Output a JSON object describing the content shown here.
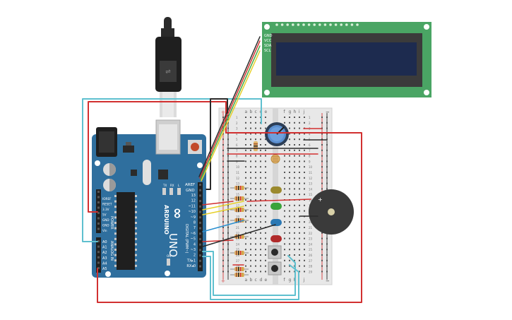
{
  "arduino": {
    "brand": "ARDUINO",
    "model": "UNO",
    "logo_symbol": "∞",
    "aref": "AREF",
    "gnd": "GND",
    "digital_label": "DIGITAL (PWM~)",
    "power_label": "POWER",
    "analog_label": "ANALOG IN",
    "tx": "TX",
    "rx": "RX",
    "led_l": "L",
    "on_label": "ON",
    "digital_pins": [
      "13",
      "12",
      "~11",
      "~10",
      "~9",
      "8",
      "7",
      "~6",
      "~5",
      "4",
      "~3",
      "2",
      "TX▸1",
      "RX◂0"
    ],
    "power_pins": [
      "IOREF",
      "RESET",
      "3.3V",
      "5V",
      "GND",
      "GND",
      "Vin"
    ],
    "analog_pins": [
      "A0",
      "A1",
      "A2",
      "A3",
      "A4",
      "A5"
    ]
  },
  "lcd": {
    "pins": [
      "GND",
      "VCC",
      "SDA",
      "SCL"
    ],
    "panel_color": "#1d2b4f",
    "board_color": "#4aa564"
  },
  "breadboard": {
    "columns_top": [
      "a",
      "b",
      "c",
      "d",
      "e",
      "f",
      "g",
      "h",
      "i",
      "j"
    ],
    "columns_bottom": [
      "a",
      "b",
      "c",
      "d",
      "e",
      "f",
      "g",
      "h",
      "i",
      "j"
    ],
    "rail_plus": "+",
    "rail_minus": "−"
  },
  "buzzer": {
    "plus": "+"
  },
  "colors": {
    "board_blue": "#2f6f9e",
    "wire_red": "#d23030",
    "wire_cyan": "#5fc0cf",
    "wire_yellow": "#e6d02a",
    "wire_black": "#2b2b2b",
    "wire_green": "#45a845",
    "wire_blue": "#2a8fd0",
    "led_olive": "#9b8a2e",
    "led_green": "#3aa33a",
    "led_blue": "#2a78b4",
    "led_red": "#b02a2a"
  }
}
